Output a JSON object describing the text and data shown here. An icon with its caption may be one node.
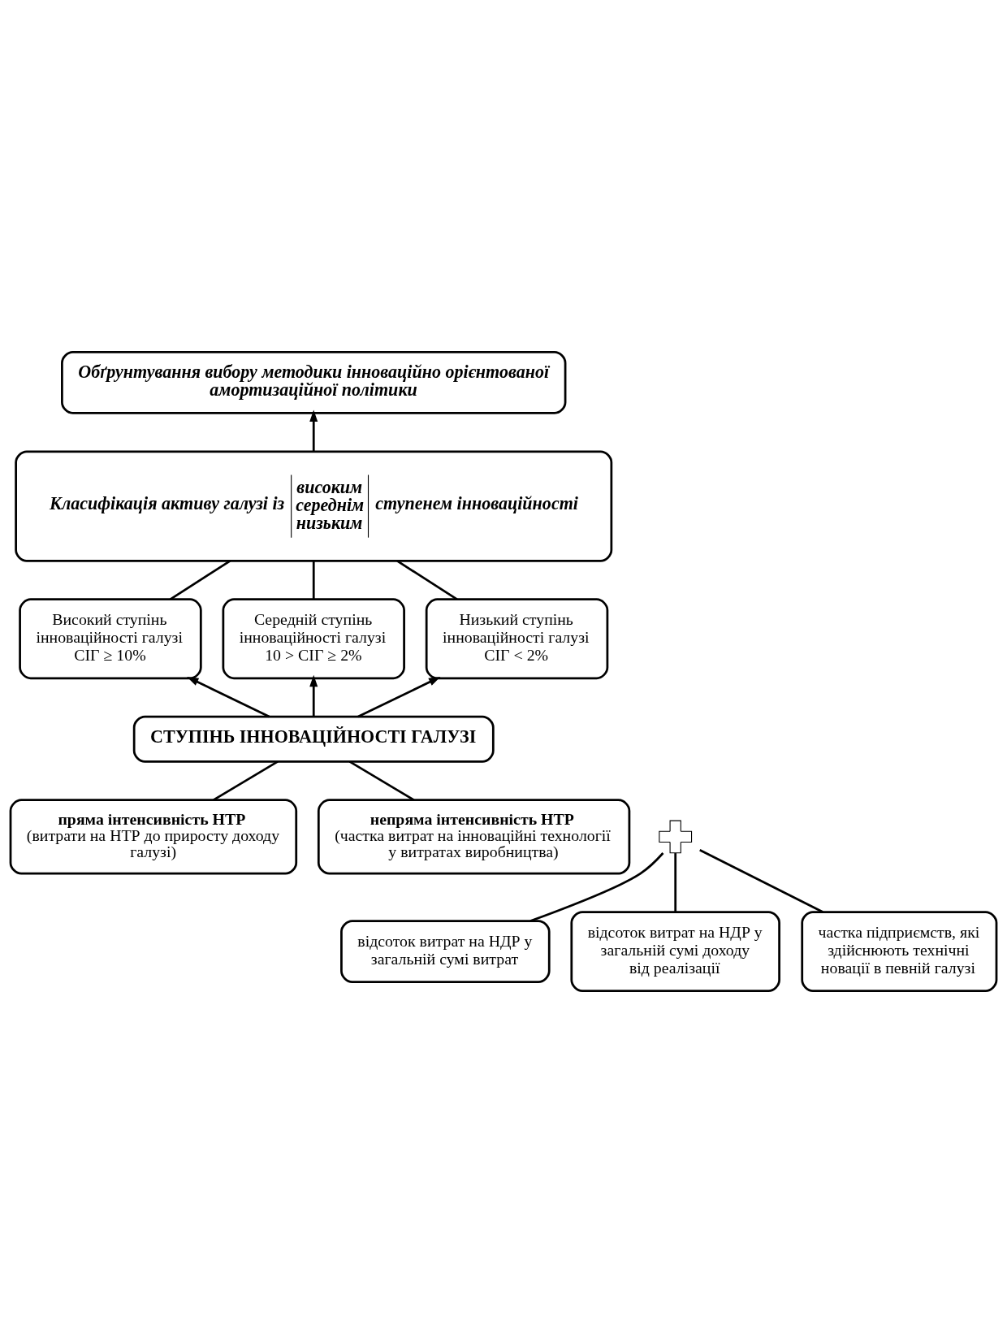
{
  "diagram": {
    "nodes": [
      {
        "text": [
          "Обґрунтування вибору методики інноваційно орієнтованої амортизаційної політики"
        ]
      },
      {
        "text": [
          "Класифікація активу галузі із",
          "високим середнім низьким",
          "ступенем інноваційності"
        ]
      },
      {
        "text": [
          "Високий ступінь інноваційності галузі",
          "СІГ ≥ 10%"
        ]
      },
      {
        "text": [
          "Середній ступінь інноваційності галузі",
          "10 > СІГ ≥ 2%"
        ]
      },
      {
        "text": [
          "Низький ступінь інноваційності галузі",
          "СІГ < 2%"
        ]
      },
      {
        "text": [
          "СТУПІНЬ ІННОВАЦІЙНОСТІ ГАЛУЗІ"
        ]
      },
      {
        "text": [
          "пряма інтенсивність НТР",
          "(витрати на НТР до приросту доходу галузі)"
        ]
      },
      {
        "text": [],
        "shape": "cross"
      },
      {
        "text": [
          "непряма інтенсивність НТР",
          "(частка витрат на інноваційні технології у витратах виробництва)"
        ]
      },
      {
        "text": [
          "відсоток витрат на НДР у загальній сумі витрат"
        ]
      },
      {
        "text": [
          "відсоток витрат на НДР у загальній сумі доходу від реалізації"
        ]
      },
      {
        "text": [
          "частка підприємств, які здійснюють технічні новації в певній галузі"
        ]
      }
    ],
    "edges": [
      {
        "from": 1,
        "to": 0,
        "arrow": "to"
      },
      {
        "from": 1,
        "to": 2,
        "arrow": "none"
      },
      {
        "from": 1,
        "to": 3,
        "arrow": "none"
      },
      {
        "from": 1,
        "to": 4,
        "arrow": "none"
      },
      {
        "from": 5,
        "to": 2,
        "arrow": "to"
      },
      {
        "from": 5,
        "to": 3,
        "arrow": "to"
      },
      {
        "from": 5,
        "to": 4,
        "arrow": "to"
      },
      {
        "from": 5,
        "to": 6,
        "arrow": "none"
      },
      {
        "from": 5,
        "to": 8,
        "arrow": "none"
      },
      {
        "from": 7,
        "to": 9,
        "arrow": "none"
      },
      {
        "from": 7,
        "to": 10,
        "arrow": "none"
      },
      {
        "from": 7,
        "to": 11,
        "arrow": "none"
      }
    ]
  }
}
